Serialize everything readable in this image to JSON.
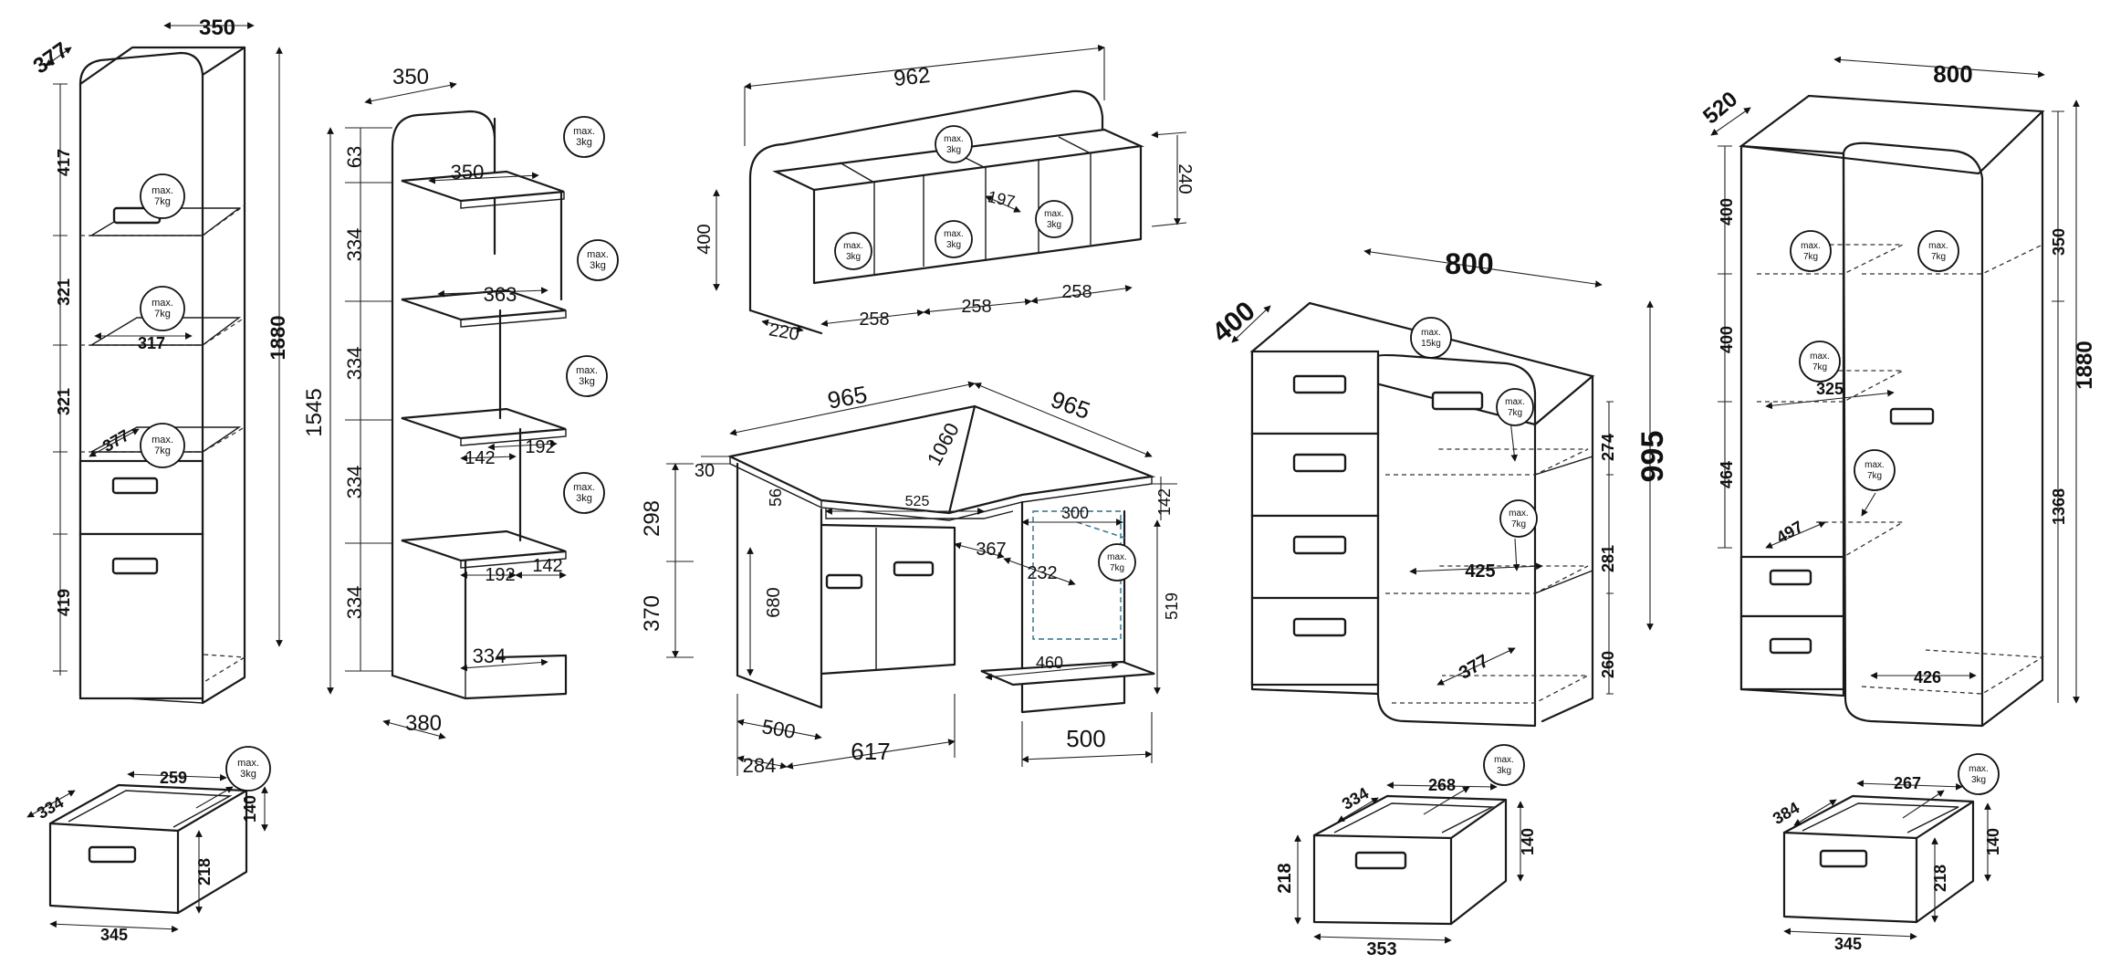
{
  "badges": {
    "max_3kg": [
      "max.",
      "3kg"
    ],
    "max_7kg": [
      "max.",
      "7kg"
    ],
    "max_15kg": [
      "max.",
      "15kg"
    ]
  },
  "tall_bookcase": {
    "dims": [
      "350",
      "377",
      "417",
      "321",
      "321",
      "419",
      "1880",
      "317",
      "377"
    ]
  },
  "tall_bookcase_drawer": {
    "dims": [
      "259",
      "334",
      "140",
      "218",
      "345"
    ]
  },
  "ladder_shelf": {
    "dims": [
      "350",
      "63",
      "334",
      "334",
      "334",
      "334",
      "1545",
      "350",
      "363",
      "142",
      "192",
      "192",
      "142",
      "334",
      "380"
    ]
  },
  "wall_shelf": {
    "dims": [
      "962",
      "240",
      "400",
      "197",
      "220",
      "258",
      "258",
      "258"
    ]
  },
  "corner_desk": {
    "dims": [
      "965",
      "965",
      "30",
      "1060",
      "56",
      "525",
      "298",
      "300",
      "142",
      "367",
      "232",
      "370",
      "680",
      "519",
      "460",
      "500",
      "284",
      "617",
      "500"
    ]
  },
  "chest_of_drawers": {
    "dims": [
      "800",
      "400",
      "995",
      "274",
      "281",
      "260",
      "425",
      "377"
    ]
  },
  "chest_drawer": {
    "dims": [
      "334",
      "268",
      "140",
      "218",
      "353"
    ]
  },
  "wardrobe": {
    "dims": [
      "800",
      "520",
      "400",
      "400",
      "464",
      "350",
      "1880",
      "1368",
      "325",
      "497",
      "426"
    ]
  },
  "wardrobe_drawer": {
    "dims": [
      "267",
      "384",
      "140",
      "218",
      "345"
    ]
  }
}
